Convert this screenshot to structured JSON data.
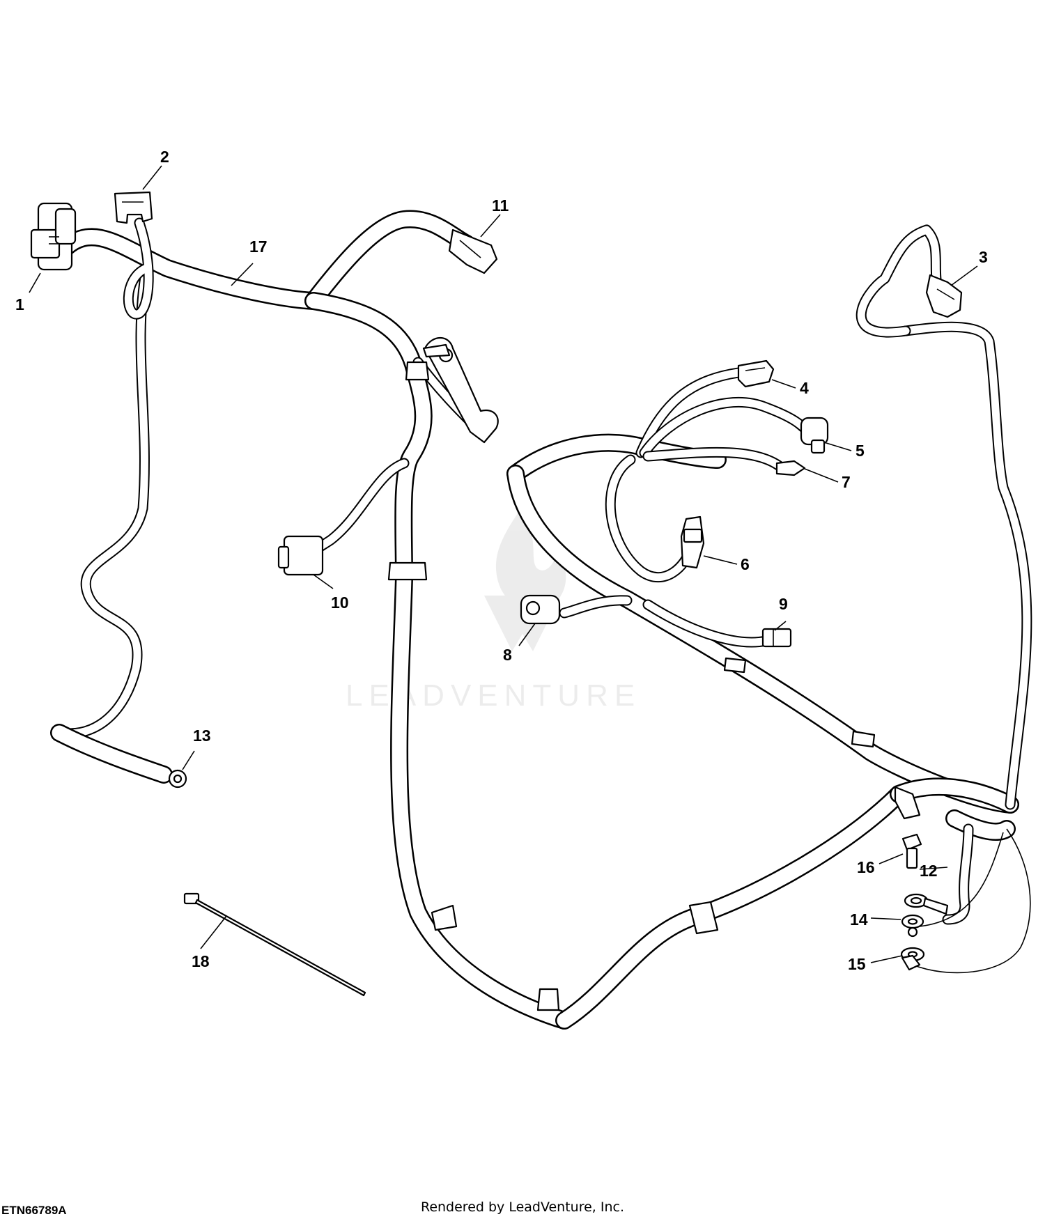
{
  "figure_id": "ETN66789A",
  "footer_credit": "Rendered by LeadVenture, Inc.",
  "watermark": {
    "text": "LEADVENTURE",
    "icon": "flame-icon"
  },
  "callouts": [
    {
      "number": "1"
    },
    {
      "number": "2"
    },
    {
      "number": "3"
    },
    {
      "number": "4"
    },
    {
      "number": "5"
    },
    {
      "number": "6"
    },
    {
      "number": "7"
    },
    {
      "number": "8"
    },
    {
      "number": "9"
    },
    {
      "number": "10"
    },
    {
      "number": "11"
    },
    {
      "number": "12"
    },
    {
      "number": "13"
    },
    {
      "number": "14"
    },
    {
      "number": "15"
    },
    {
      "number": "16"
    },
    {
      "number": "17"
    },
    {
      "number": "18"
    }
  ]
}
